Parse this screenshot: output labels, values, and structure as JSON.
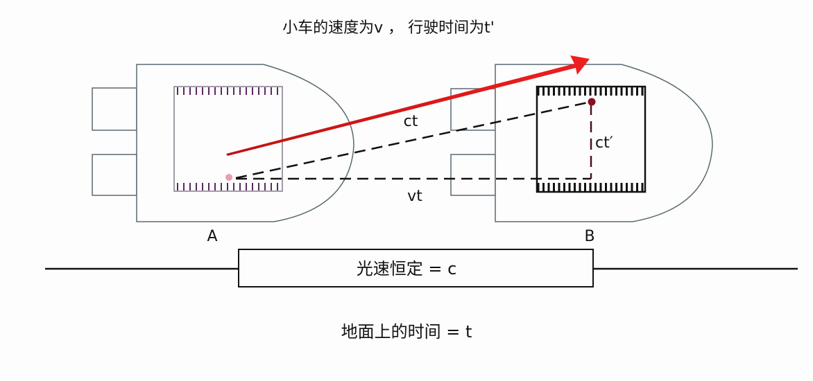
{
  "title": "小车的速度为v ， 行驶时间为t'",
  "labels": {
    "ct": "ct",
    "vt": "vt",
    "ct_prime": "ct′",
    "car_a": "A",
    "car_b": "B"
  },
  "light_box": "光速恒定 = c",
  "ground_time": "地面上的时间 = t",
  "colors": {
    "arrow": "#e01818",
    "outline": "#5a6a70",
    "dot_a": "#e8a0b0",
    "dot_b": "#8a1020"
  }
}
